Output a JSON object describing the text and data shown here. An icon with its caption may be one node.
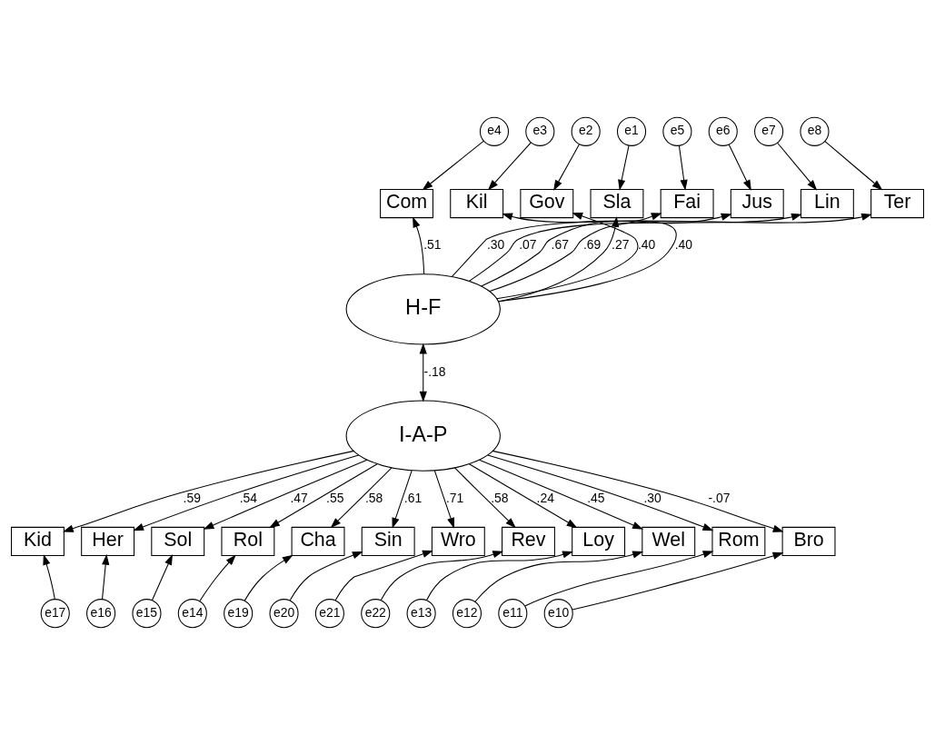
{
  "diagram": {
    "nodes": [
      {
        "text": [
          "e4"
        ]
      },
      {
        "text": [
          "e3"
        ]
      },
      {
        "text": [
          "e2"
        ]
      },
      {
        "text": [
          "e1"
        ]
      },
      {
        "text": [
          "e5"
        ]
      },
      {
        "text": [
          "e6"
        ]
      },
      {
        "text": [
          "e7"
        ]
      },
      {
        "text": [
          "e8"
        ]
      },
      {
        "text": [
          "Com"
        ]
      },
      {
        "text": [
          "Kil"
        ]
      },
      {
        "text": [
          "Gov"
        ]
      },
      {
        "text": [
          "Sla"
        ]
      },
      {
        "text": [
          "Fai"
        ]
      },
      {
        "text": [
          "Jus"
        ]
      },
      {
        "text": [
          "Lin"
        ]
      },
      {
        "text": [
          "Ter"
        ]
      },
      {
        "text": [
          "H-F"
        ]
      },
      {
        "text": [
          "I-A-P"
        ]
      },
      {
        "text": [
          "Kid"
        ]
      },
      {
        "text": [
          "Her"
        ]
      },
      {
        "text": [
          "Sol"
        ]
      },
      {
        "text": [
          "Rol"
        ]
      },
      {
        "text": [
          "Cha"
        ]
      },
      {
        "text": [
          "Sin"
        ]
      },
      {
        "text": [
          "Wro"
        ]
      },
      {
        "text": [
          "Rev"
        ]
      },
      {
        "text": [
          "Loy"
        ]
      },
      {
        "text": [
          "Wel"
        ]
      },
      {
        "text": [
          "Rom"
        ]
      },
      {
        "text": [
          "Bro"
        ]
      },
      {
        "text": [
          "e17"
        ]
      },
      {
        "text": [
          "e16"
        ]
      },
      {
        "text": [
          "e15"
        ]
      },
      {
        "text": [
          "e14"
        ]
      },
      {
        "text": [
          "e19"
        ]
      },
      {
        "text": [
          "e20"
        ]
      },
      {
        "text": [
          "e21"
        ]
      },
      {
        "text": [
          "e22"
        ]
      },
      {
        "text": [
          "e13"
        ]
      },
      {
        "text": [
          "e12"
        ]
      },
      {
        "text": [
          "e11"
        ]
      },
      {
        "text": [
          "e10"
        ]
      }
    ],
    "edges": [
      {
        "from": 0,
        "to": 8,
        "arrow": "to"
      },
      {
        "from": 1,
        "to": 9,
        "arrow": "to"
      },
      {
        "from": 2,
        "to": 10,
        "arrow": "to"
      },
      {
        "from": 3,
        "to": 11,
        "arrow": "to"
      },
      {
        "from": 4,
        "to": 12,
        "arrow": "to"
      },
      {
        "from": 5,
        "to": 13,
        "arrow": "to"
      },
      {
        "from": 6,
        "to": 14,
        "arrow": "to"
      },
      {
        "from": 7,
        "to": 15,
        "arrow": "to"
      },
      {
        "from": 16,
        "to": 8,
        "arrow": "to",
        "label": ".51"
      },
      {
        "from": 16,
        "to": 9,
        "arrow": "to",
        "label": ".40"
      },
      {
        "from": 16,
        "to": 10,
        "arrow": "to",
        "label": ".40"
      },
      {
        "from": 16,
        "to": 11,
        "arrow": "to",
        "label": ".27"
      },
      {
        "from": 16,
        "to": 12,
        "arrow": "to",
        "label": ".69"
      },
      {
        "from": 16,
        "to": 13,
        "arrow": "to",
        "label": ".67"
      },
      {
        "from": 16,
        "to": 14,
        "arrow": "to",
        "label": ".07"
      },
      {
        "from": 16,
        "to": 15,
        "arrow": "to",
        "label": ".30"
      },
      {
        "from": 16,
        "to": 17,
        "arrow": "both",
        "label": "-.18"
      },
      {
        "from": 17,
        "to": 18,
        "arrow": "to",
        "label": ".59"
      },
      {
        "from": 17,
        "to": 19,
        "arrow": "to",
        "label": ".54"
      },
      {
        "from": 17,
        "to": 20,
        "arrow": "to",
        "label": ".47"
      },
      {
        "from": 17,
        "to": 21,
        "arrow": "to",
        "label": ".55"
      },
      {
        "from": 17,
        "to": 22,
        "arrow": "to",
        "label": ".58"
      },
      {
        "from": 17,
        "to": 23,
        "arrow": "to",
        "label": ".61"
      },
      {
        "from": 17,
        "to": 24,
        "arrow": "to",
        "label": ".71"
      },
      {
        "from": 17,
        "to": 25,
        "arrow": "to",
        "label": ".58"
      },
      {
        "from": 17,
        "to": 26,
        "arrow": "to",
        "label": ".24"
      },
      {
        "from": 17,
        "to": 27,
        "arrow": "to",
        "label": ".45"
      },
      {
        "from": 17,
        "to": 28,
        "arrow": "to",
        "label": ".30"
      },
      {
        "from": 17,
        "to": 29,
        "arrow": "to",
        "label": "-.07"
      },
      {
        "from": 30,
        "to": 18,
        "arrow": "to"
      },
      {
        "from": 31,
        "to": 19,
        "arrow": "to"
      },
      {
        "from": 32,
        "to": 20,
        "arrow": "to"
      },
      {
        "from": 33,
        "to": 21,
        "arrow": "to"
      },
      {
        "from": 34,
        "to": 22,
        "arrow": "to"
      },
      {
        "from": 35,
        "to": 23,
        "arrow": "to"
      },
      {
        "from": 36,
        "to": 24,
        "arrow": "to"
      },
      {
        "from": 37,
        "to": 25,
        "arrow": "to"
      },
      {
        "from": 38,
        "to": 26,
        "arrow": "to"
      },
      {
        "from": 39,
        "to": 27,
        "arrow": "to"
      },
      {
        "from": 40,
        "to": 28,
        "arrow": "to"
      },
      {
        "from": 41,
        "to": 29,
        "arrow": "to"
      }
    ]
  }
}
